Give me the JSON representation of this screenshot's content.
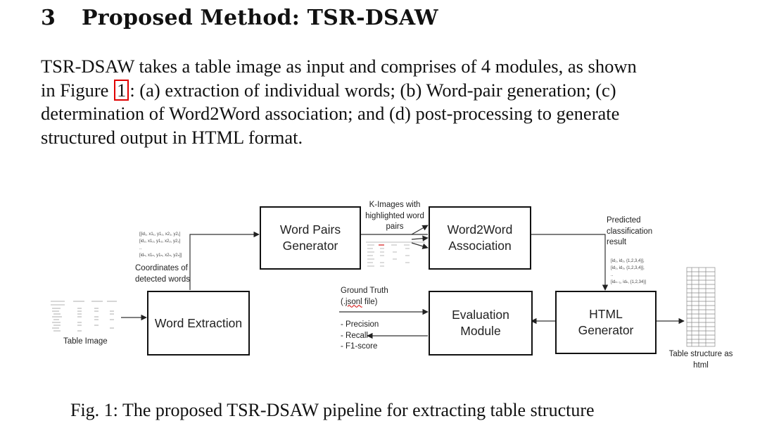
{
  "section": {
    "number": "3",
    "title": "Proposed Method: TSR-DSAW"
  },
  "paragraph": {
    "line1": "TSR-DSAW takes a table image as input and comprises of 4 modules, as shown",
    "line2_before": "in Figure ",
    "line2_ref": "1",
    "line2_after": ": (a) extraction of individual words; (b) Word-pair generation; (c)",
    "line3": "determination of Word2Word association; and (d) post-processing to generate",
    "line4": "structured output in HTML format."
  },
  "figure": {
    "boxes": {
      "word_pairs_line1": "Word Pairs",
      "word_pairs_line2": "Generator",
      "word2word_line1": "Word2Word",
      "word2word_line2": "Association",
      "word_extraction": "Word Extraction",
      "evaluation_line1": "Evaluation",
      "evaluation_line2": "Module",
      "html_gen_line1": "HTML",
      "html_gen_line2": "Generator"
    },
    "notes": {
      "k_images_1": "K-Images with",
      "k_images_2": "highlighted word",
      "k_images_3": "pairs",
      "predicted_1": "Predicted",
      "predicted_2": "classification",
      "predicted_3": "result",
      "coords_1": "Coordinates of",
      "coords_2": "detected words",
      "ground_truth_1": "Ground Truth",
      "ground_truth_2_a": "(.",
      "ground_truth_2_b": "jsonl",
      "ground_truth_2_c": " file)",
      "precision": "- Precision",
      "recall": "- Recall",
      "f1": "- F1-score",
      "table_image": "Table Image",
      "table_structure_1": "Table structure as",
      "table_structure_2": "html"
    },
    "tiny_text": {
      "coord_a": "[[id₁, x1₁, y1₁, x2₁, y2₁]",
      "coord_b": "[id₂, x1₂, y1₂, x2₂, y2₂]",
      "coord_c": "..",
      "coord_d": "[idₙ, x1ₙ, y1ₙ, x2ₙ, y2ₙ]]",
      "pred_a": "[id₁, id₂, {1,2,3,4}],",
      "pred_b": "[id₁, id₃, {1,2,3,4}],",
      "pred_c": "..",
      "pred_d": "[idₙ₋₁, idₙ, {1,2,34}]"
    }
  },
  "caption": "Fig. 1: The proposed TSR-DSAW pipeline for extracting table structure"
}
